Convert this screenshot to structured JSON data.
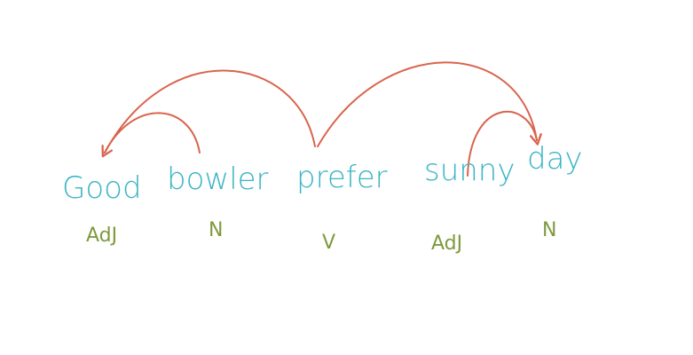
{
  "colors": {
    "word": "#3bb5c3",
    "tag": "#7e9a3e",
    "arc": "#d9644d",
    "background": "#ffffff"
  },
  "words": [
    {
      "text": "Good",
      "tag": "AdJ"
    },
    {
      "text": "bowler",
      "tag": "N"
    },
    {
      "text": "prefer",
      "tag": "V"
    },
    {
      "text": "sunny",
      "tag": "AdJ"
    },
    {
      "text": "day",
      "tag": "N"
    }
  ],
  "arcs": [
    {
      "from": 1,
      "to": 0
    },
    {
      "from": 2,
      "to": 0
    },
    {
      "from": 2,
      "to": 4
    },
    {
      "from": 3,
      "to": 4
    }
  ]
}
